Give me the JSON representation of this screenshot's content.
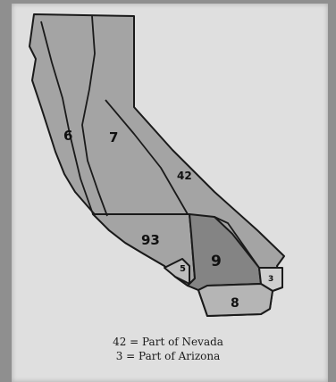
{
  "map": {
    "regions": [
      {
        "id": "6",
        "label": "6",
        "fill": "#a4a4a4"
      },
      {
        "id": "7",
        "label": "7",
        "fill": "#a4a4a4"
      },
      {
        "id": "42",
        "label": "42",
        "fill": "#a4a4a4"
      },
      {
        "id": "93",
        "label": "93",
        "fill": "#a4a4a4"
      },
      {
        "id": "9",
        "label": "9",
        "fill": "#848484"
      },
      {
        "id": "5",
        "label": "5",
        "fill": "#bdbdbd"
      },
      {
        "id": "3",
        "label": "3",
        "fill": "#cfcfcf"
      },
      {
        "id": "8",
        "label": "8",
        "fill": "#b5b5b5"
      }
    ],
    "outline_color": "#1a1a1a",
    "background": "#dfdfdf"
  },
  "legend": {
    "line1": "42 = Part of Nevada",
    "line2": "3 = Part of Arizona"
  }
}
